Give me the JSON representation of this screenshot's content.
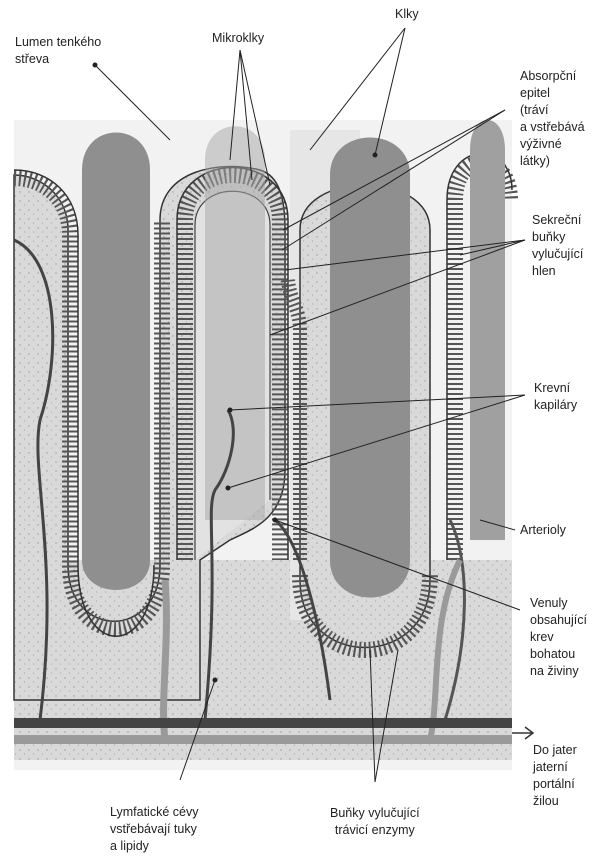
{
  "labels": {
    "lumen": "Lumen tenkého\nstřeva",
    "mikroklky": "Mikroklky",
    "klky": "Klky",
    "absorpcni": "Absorpční\nepitel\n(tráví\na vstřebává\nvýživné\nlátky)",
    "sekrecni": "Sekreční\nbuňky\nvylučující\nhlen",
    "krevni": "Krevní\nkapiláry",
    "arterioly": "Arterioly",
    "venuly": "Venuly\nobsahující\nkrev\nbohatou\nna živiny",
    "jater": "Do jater\njaterní\nportální\nžilou",
    "lymfaticke": "Lymfatické cévy\nvstřebávají tuky\na lipidy",
    "bunky": "Buňky vylučující\ntrávicí enzymy"
  },
  "colors": {
    "tissue": "#dcdcdc",
    "lacteal": "#8f8f8f",
    "blood_vessel": "#444444",
    "lymph_vessel": "#9a9a9a",
    "line": "#222222"
  }
}
